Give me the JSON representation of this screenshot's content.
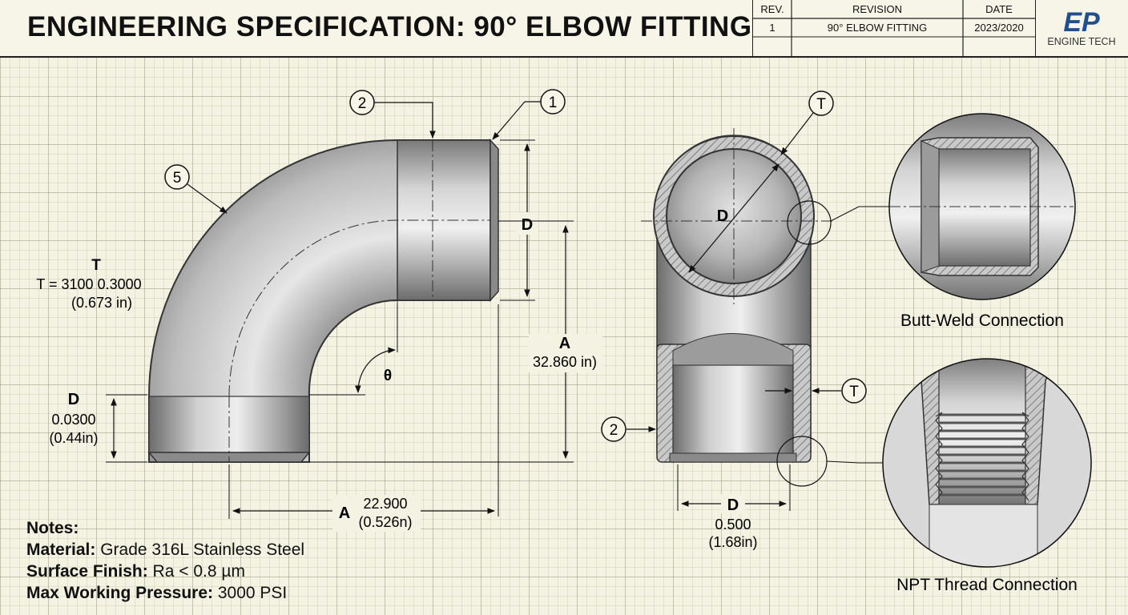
{
  "title": "ENGINEERING SPECIFICATION: 90° ELBOW FITTING",
  "revision_table": {
    "headers": [
      "REV.",
      "REVISION",
      "DATE"
    ],
    "rows": [
      [
        "1",
        "90° ELBOW FITTING",
        "2023/2020"
      ]
    ]
  },
  "logo": {
    "text": "ENGINE TECH",
    "mark": "EP"
  },
  "side_view": {
    "callouts": [
      "2",
      "1",
      "5"
    ],
    "t_label": "T",
    "t_value": "T = 3100 0.3000",
    "t_inches": "(0.673 in)",
    "d_right_label": "D",
    "a_right_label": "A",
    "a_right_value": "32.860 in)",
    "theta": "θ",
    "d_left_label": "D",
    "d_left_value": "0.0300",
    "d_left_inches": "(0.44in)",
    "a_bottom_label": "A",
    "a_bottom_value": "22.900",
    "a_bottom_inches": "(0.526n)"
  },
  "section_view": {
    "t_callout_top": "T",
    "d_inner": "D",
    "t_callout_side": "T",
    "callout_2": "2",
    "d_bottom_label": "D",
    "d_bottom_value": "0.500",
    "d_bottom_inches": "(1.68in)"
  },
  "details": {
    "butt_weld_label": "Butt-Weld Connection",
    "npt_label": "NPT Thread Connection"
  },
  "notes": {
    "heading": "Notes:",
    "items": [
      {
        "key": "Material:",
        "value": " Grade 316L Stainless Steel"
      },
      {
        "key": "Surface Finish:",
        "value": " Ra < 0.8 µm"
      },
      {
        "key": "Max Working Pressure:",
        "value": " 3000 PSI"
      }
    ]
  },
  "colors": {
    "paper": "#f4f2e2",
    "ink": "#111111",
    "steel": "#a8a8a8",
    "logo_blue": "#1f4f8c"
  }
}
